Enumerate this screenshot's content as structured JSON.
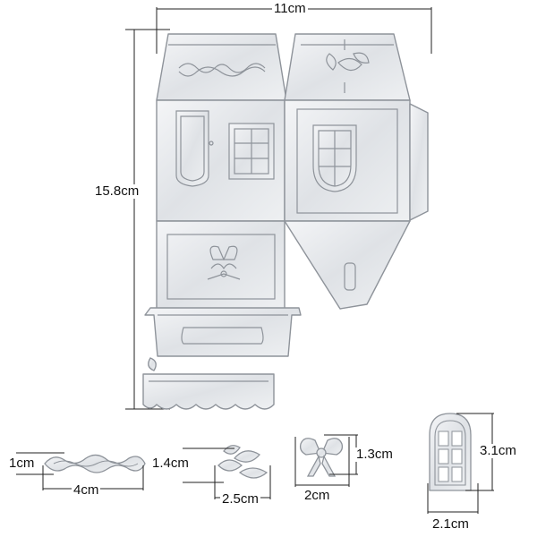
{
  "dimensions": {
    "main_width": "11cm",
    "main_height": "15.8cm",
    "scroll_height": "1cm",
    "scroll_width": "4cm",
    "leaf_height": "1.4cm",
    "leaf_width": "2.5cm",
    "bow_height": "1.3cm",
    "bow_width": "2cm",
    "window_height": "3.1cm",
    "window_width": "2.1cm"
  },
  "colors": {
    "die_fill": "#e9ebee",
    "die_stroke": "#8e939a",
    "dim_line": "#222222"
  }
}
